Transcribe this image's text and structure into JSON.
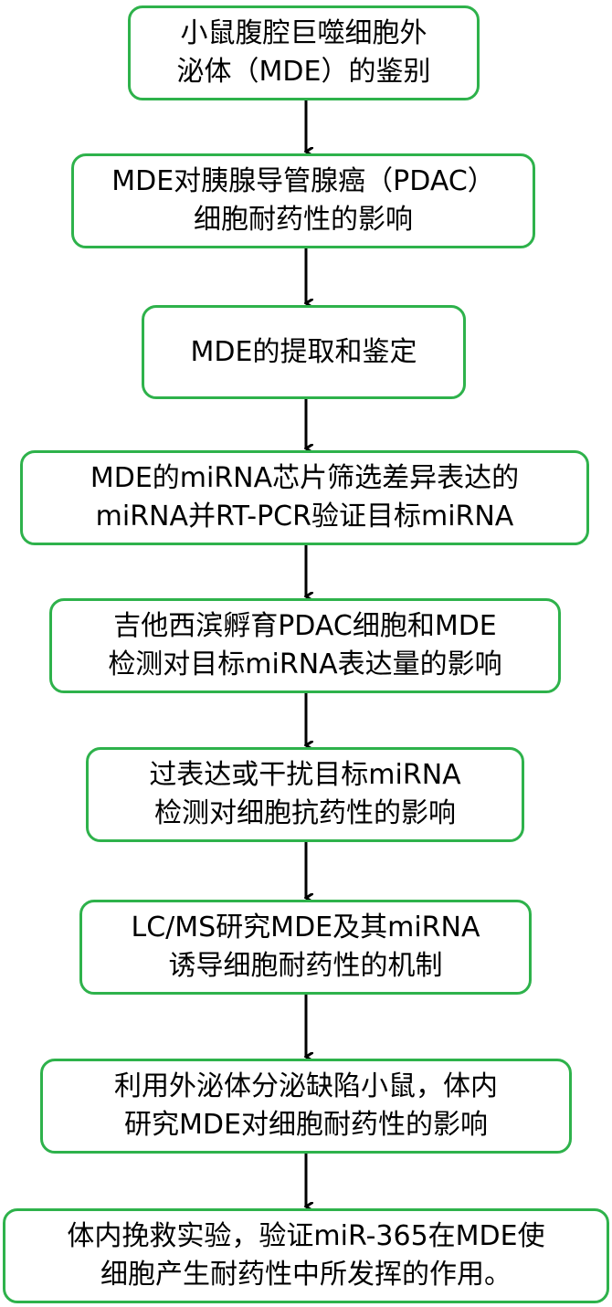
{
  "flowchart": {
    "steps": [
      {
        "lines": [
          "小鼠腹腔巨噬细胞外",
          "泌体（MDE）的鉴别"
        ]
      },
      {
        "lines": [
          "MDE对胰腺导管腺癌（PDAC）",
          "细胞耐药性的影响"
        ]
      },
      {
        "lines": [
          "MDE的提取和鉴定"
        ]
      },
      {
        "lines": [
          "MDE的miRNA芯片筛选差异表达的",
          "miRNA并RT-PCR验证目标miRNA"
        ]
      },
      {
        "lines": [
          "吉他西滨孵育PDAC细胞和MDE",
          "检测对目标miRNA表达量的影响"
        ]
      },
      {
        "lines": [
          "过表达或干扰目标miRNA",
          "检测对细胞抗药性的影响"
        ]
      },
      {
        "lines": [
          "LC/MS研究MDE及其miRNA",
          "诱导细胞耐药性的机制"
        ]
      },
      {
        "lines": [
          "利用外泌体分泌缺陷小鼠，体内",
          "研究MDE对细胞耐药性的影响"
        ]
      },
      {
        "lines": [
          "体内挽救实验，验证miR-365在MDE使",
          "细胞产生耐药性中所发挥的作用。"
        ]
      }
    ],
    "colors": {
      "box_border": "#2EB24B",
      "arrow": "#000000",
      "text": "#000000"
    }
  }
}
